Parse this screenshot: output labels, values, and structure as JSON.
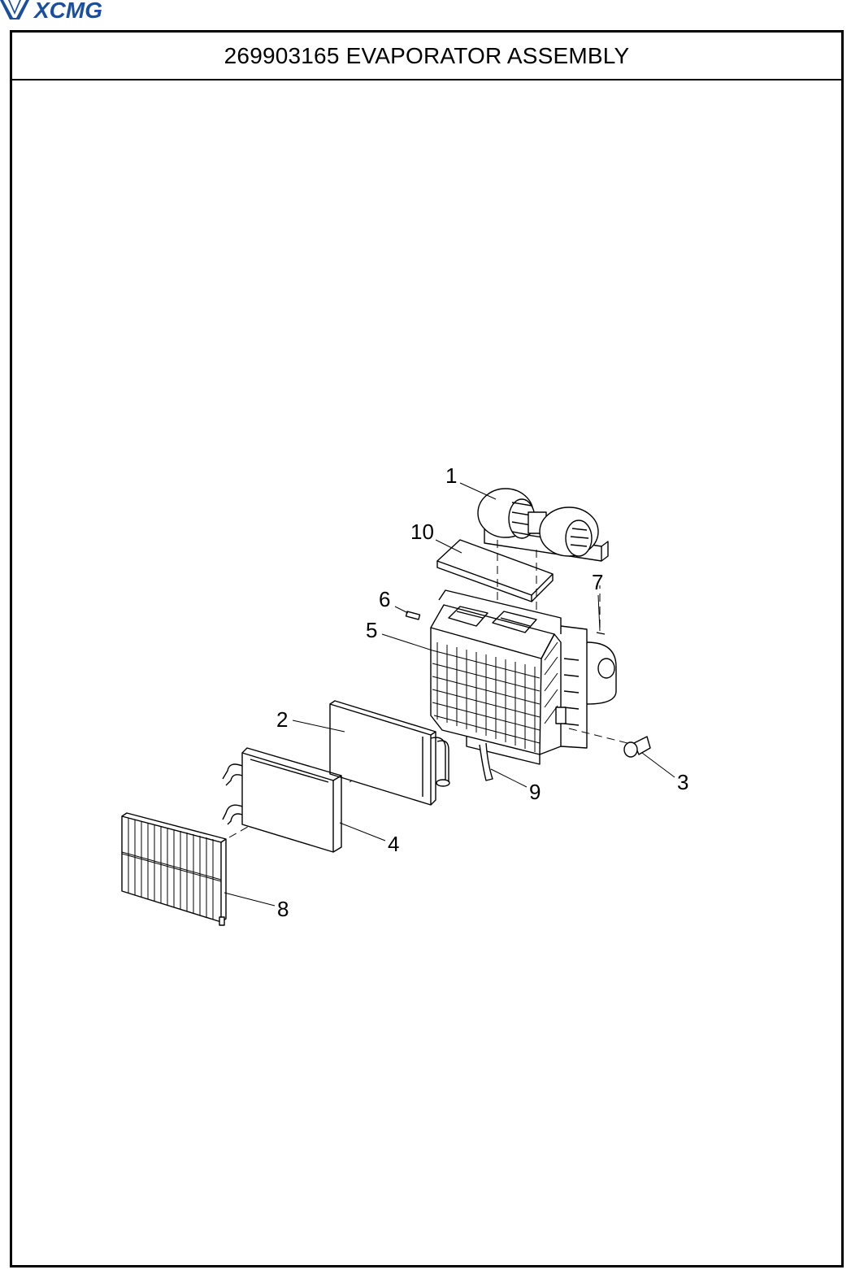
{
  "brand": {
    "name": "XCMG",
    "color": "#1a4fa0"
  },
  "document": {
    "title": "269903165 EVAPORATOR ASSEMBLY"
  },
  "callouts": [
    {
      "id": "1",
      "label": "1"
    },
    {
      "id": "2",
      "label": "2"
    },
    {
      "id": "3",
      "label": "3"
    },
    {
      "id": "4",
      "label": "4"
    },
    {
      "id": "5",
      "label": "5"
    },
    {
      "id": "6",
      "label": "6"
    },
    {
      "id": "7",
      "label": "7"
    },
    {
      "id": "8",
      "label": "8"
    },
    {
      "id": "9",
      "label": "9"
    },
    {
      "id": "10",
      "label": "10"
    }
  ]
}
